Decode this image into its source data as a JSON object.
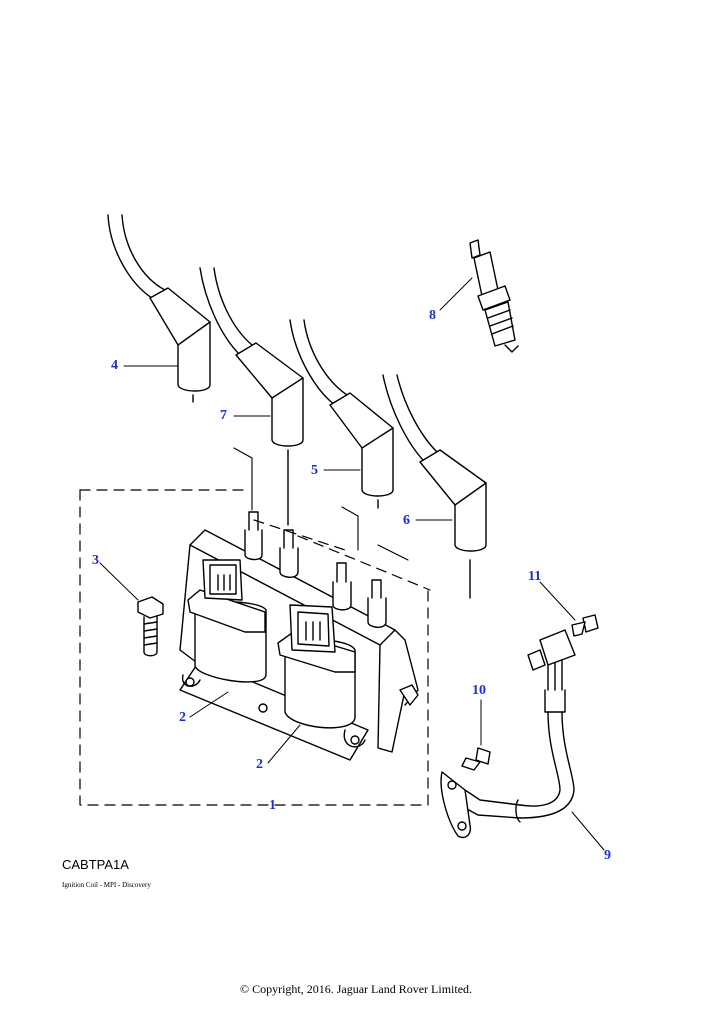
{
  "diagram": {
    "code": "CABTPA1A",
    "caption": "Ignition Coil - MPI - Discovery",
    "copyright": "© Copyright, 2016. Jaguar Land Rover Limited.",
    "callouts": {
      "c1": "1",
      "c2a": "2",
      "c2b": "2",
      "c3": "3",
      "c4": "4",
      "c5": "5",
      "c6": "6",
      "c7": "7",
      "c8": "8",
      "c9": "9",
      "c10": "10",
      "c11": "11"
    },
    "colors": {
      "callout": "#1a2fd0",
      "line": "#000000"
    }
  }
}
